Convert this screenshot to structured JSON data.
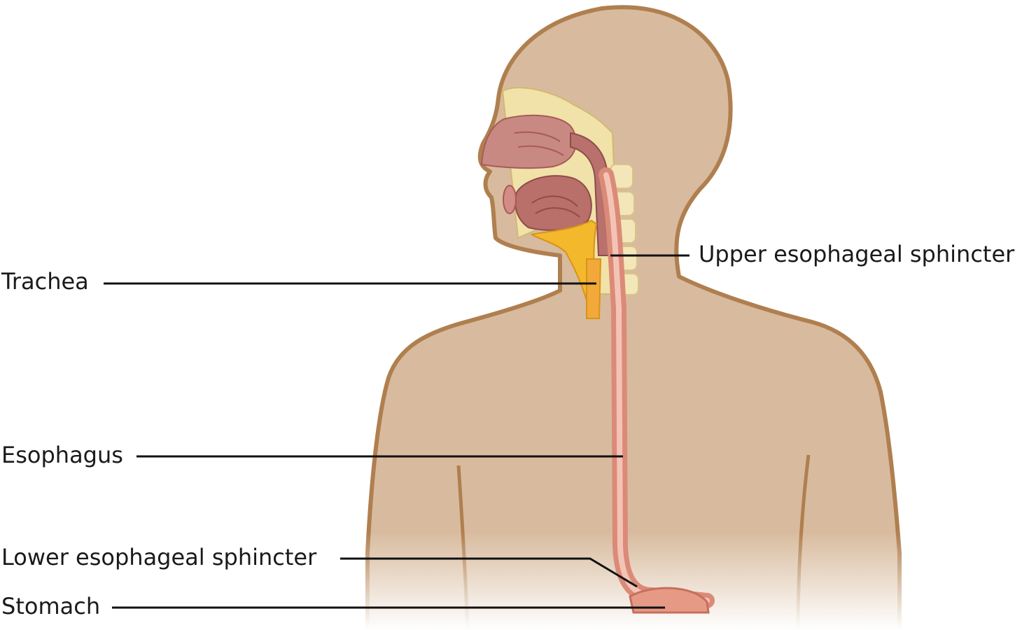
{
  "labels": {
    "trachea": "Trachea",
    "esophagus": "Esophagus",
    "lower_sphincter": "Lower esophageal sphincter",
    "stomach": "Stomach",
    "upper_sphincter": "Upper esophageal sphincter"
  },
  "colors": {
    "skin": "#d8bb9e",
    "outline": "#b07f4f",
    "bone": "#f0e2a8",
    "cartilage": "#f4b82c",
    "tissue_pink": "#c98983",
    "tissue_dark": "#a85a58",
    "esophagus": "#dc8a78",
    "esophagus_inner": "#f3c4b6"
  }
}
